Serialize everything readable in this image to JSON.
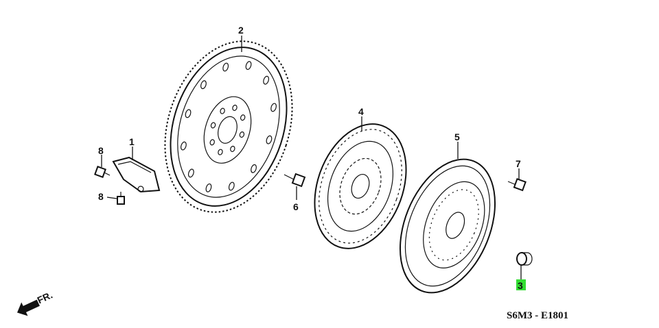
{
  "diagram": {
    "callouts": [
      {
        "id": "flywheel-bracket",
        "label": "1"
      },
      {
        "id": "flywheel",
        "label": "2"
      },
      {
        "id": "release-bearing-bushing",
        "label": "3",
        "highlight": "#33dd33"
      },
      {
        "id": "clutch-disc",
        "label": "4"
      },
      {
        "id": "pressure-plate",
        "label": "5"
      },
      {
        "id": "flywheel-bolt",
        "label": "6"
      },
      {
        "id": "pressure-plate-bolt",
        "label": "7"
      },
      {
        "id": "bracket-bolt-upper",
        "label": "8"
      },
      {
        "id": "bracket-bolt-lower",
        "label": "8"
      }
    ],
    "direction_label": "FR.",
    "drawing_code": "S6M3 - E1801"
  }
}
